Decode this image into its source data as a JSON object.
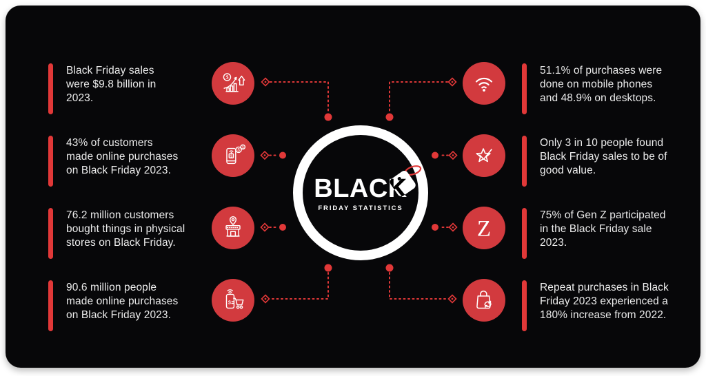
{
  "colors": {
    "page_bg": "#ffffff",
    "card_bg": "#070709",
    "accent_red": "#d23a3e",
    "connector_red": "#e13838",
    "text_color": "#ececec",
    "logo_white": "#ffffff"
  },
  "logo": {
    "word": "BLACK",
    "subtitle": "FRIDAY STATISTICS",
    "tag_icon": "price-tag"
  },
  "stats_left": [
    {
      "icon": "growth-chart",
      "lines": [
        "Black Friday sales",
        "were $9.8 billion in",
        "2023."
      ]
    },
    {
      "icon": "mobile-payment",
      "lines": [
        "43% of customers",
        "made online purchases",
        "on Black Friday 2023."
      ]
    },
    {
      "icon": "store-location",
      "lines": [
        "76.2 million customers",
        "bought things in physical",
        "stores on Black Friday."
      ]
    },
    {
      "icon": "online-shopping",
      "lines": [
        "90.6 million people",
        "made online purchases",
        "on Black Friday 2023."
      ]
    }
  ],
  "stats_right": [
    {
      "icon": "wifi",
      "lines": [
        "51.1% of purchases were",
        "done on mobile phones",
        "and 48.9% on desktops."
      ]
    },
    {
      "icon": "star-check",
      "lines": [
        "Only 3 in 10 people found",
        "Black Friday sales to be of",
        "good value."
      ]
    },
    {
      "icon": "gen-z",
      "lines": [
        "75% of Gen Z participated",
        "in the Black Friday sale",
        "2023."
      ]
    },
    {
      "icon": "bag-repeat",
      "lines": [
        "Repeat purchases in Black",
        "Friday 2023 experienced a",
        "180% increase from 2022."
      ]
    }
  ]
}
